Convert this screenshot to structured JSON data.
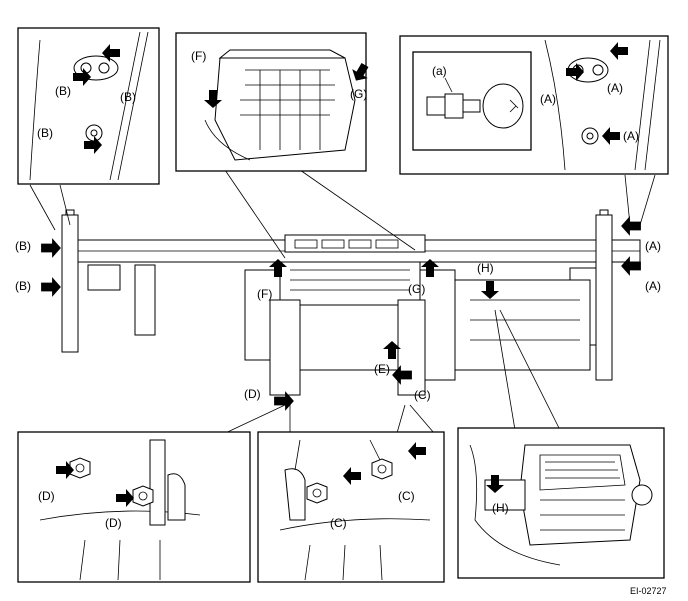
{
  "figure_code": "EI-02727",
  "labels": {
    "a": "(a)",
    "A": "(A)",
    "B": "(B)",
    "C": "(C)",
    "D": "(D)",
    "E": "(E)",
    "F": "(F)",
    "G": "(G)",
    "H": "(H)"
  },
  "icons": {
    "arrow": "solid-black-arrow",
    "bolt": "bolt-icon",
    "clip": "clip-icon"
  }
}
